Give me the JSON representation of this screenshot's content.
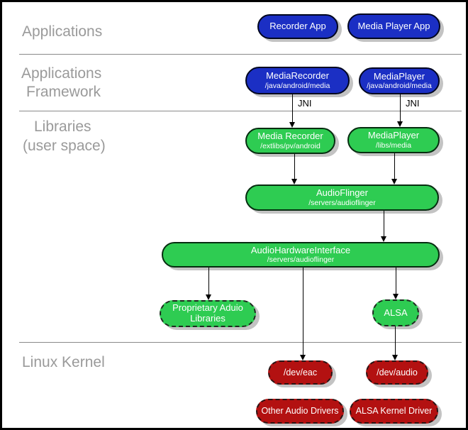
{
  "sections": {
    "applications": {
      "label": "Applications"
    },
    "applications_framework": {
      "line1": "Applications",
      "line2": "Framework"
    },
    "libraries": {
      "line1": "Libraries",
      "line2": "(user space)"
    },
    "linux_kernel": {
      "label": "Linux Kernel"
    }
  },
  "annotations": {
    "jni": "JNI"
  },
  "nodes": {
    "recorder_app": {
      "label": "Recorder App"
    },
    "media_player_app": {
      "label": "Media Player App"
    },
    "mediarecorder_framework": {
      "label": "MediaRecorder",
      "sublabel": "/java/android/media"
    },
    "mediaplayer_framework": {
      "label": "MediaPlayer",
      "sublabel": "/java/android/media"
    },
    "media_recorder_lib": {
      "label": "Media Recorder",
      "sublabel": "/extlibs/pv/android"
    },
    "mediaplayer_lib": {
      "label": "MediaPlayer",
      "sublabel": "/libs/media"
    },
    "audioflinger": {
      "label": "AudioFlinger",
      "sublabel": "/servers/audioflinger"
    },
    "audio_hardware_interface": {
      "label": "AudioHardwareInterface",
      "sublabel": "/servers/audioflinger"
    },
    "proprietary_audio_libraries": {
      "line1": "Proprietary Aduio",
      "line2": "Libraries"
    },
    "alsa": {
      "label": "ALSA"
    },
    "dev_eac": {
      "label": "/dev/eac"
    },
    "dev_audio": {
      "label": "/dev/audio"
    },
    "other_audio_drivers": {
      "label": "Other Audio Drivers"
    },
    "alsa_kernel_driver": {
      "label": "ALSA Kernel Driver"
    }
  },
  "colors": {
    "app_blue": "#1b2fc4",
    "library_green": "#2ecc52",
    "kernel_red": "#b31111",
    "section_label_gray": "#9a9a9a",
    "shadow_gray": "#c3c3c3"
  }
}
